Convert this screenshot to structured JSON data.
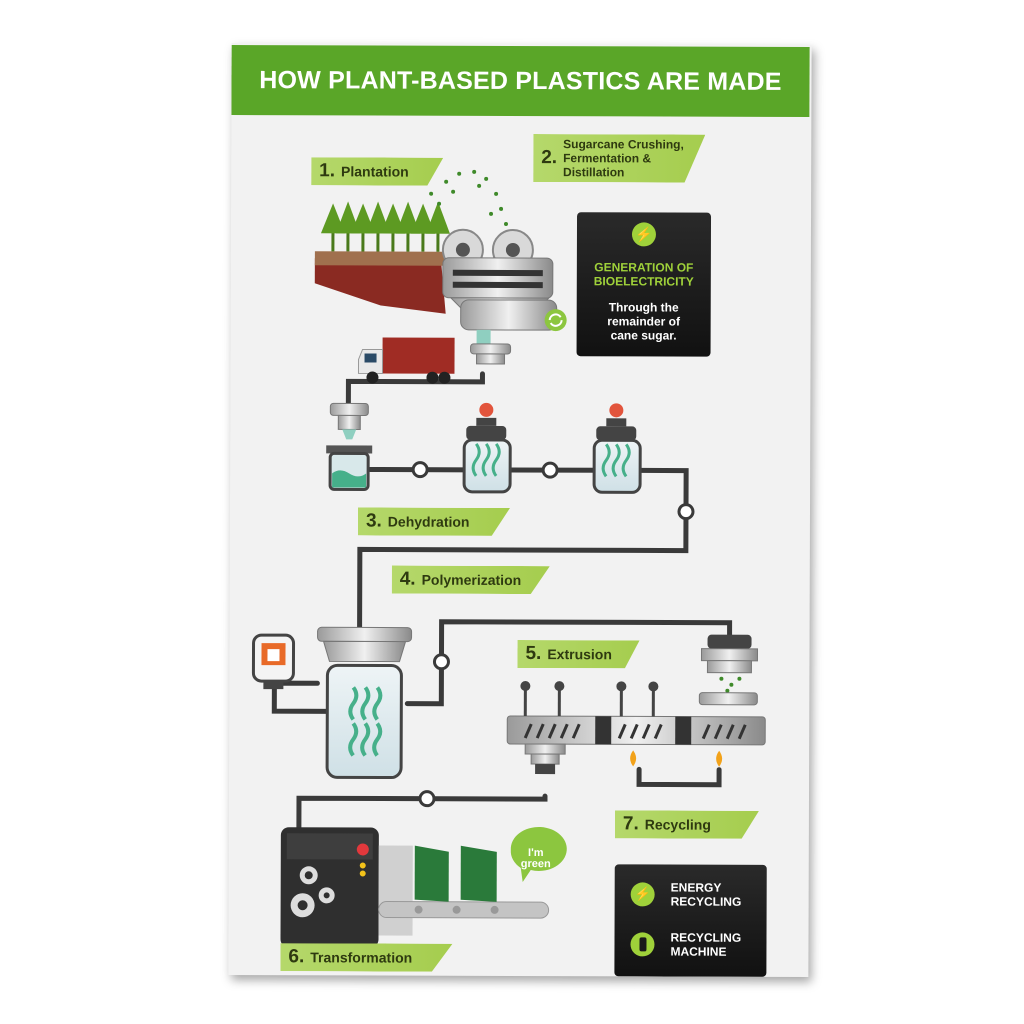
{
  "title": "HOW PLANT-BASED PLASTICS ARE MADE",
  "steps": [
    {
      "num": "1.",
      "label": "Plantation"
    },
    {
      "num": "2.",
      "label": "Sugarcane Crushing, Fermentation & Distillation"
    },
    {
      "num": "3.",
      "label": "Dehydration"
    },
    {
      "num": "4.",
      "label": "Polymerization"
    },
    {
      "num": "5.",
      "label": "Extrusion"
    },
    {
      "num": "6.",
      "label": "Transformation"
    },
    {
      "num": "7.",
      "label": "Recycling"
    }
  ],
  "bioelectricity": {
    "heading_line1": "GENERATION OF",
    "heading_line2": "BIOELECTRICITY",
    "body_line1": "Through the",
    "body_line2": "remainder of",
    "body_line3": "cane sugar."
  },
  "recycling_box": {
    "item1_line1": "ENERGY",
    "item1_line2": "RECYCLING",
    "item2_line1": "RECYCLING",
    "item2_line2": "MACHINE"
  },
  "bubble": {
    "line1": "I'm",
    "line2": "green"
  },
  "colors": {
    "accent_green": "#5aa628",
    "label_green": "#a5cd4e",
    "dark_box": "#1a1a1a",
    "pipe": "#3a3a3a"
  }
}
